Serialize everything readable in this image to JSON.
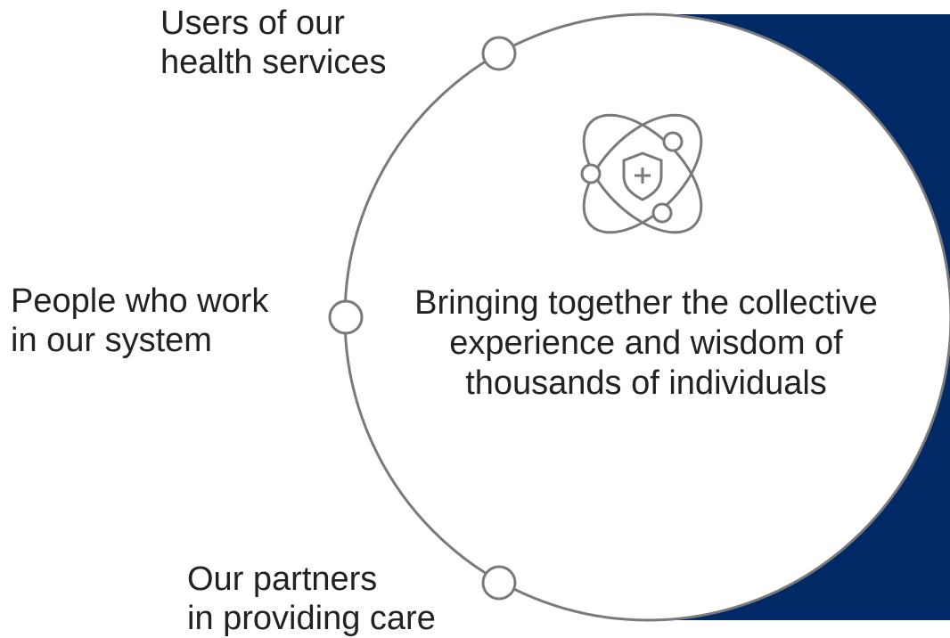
{
  "colors": {
    "navy": "#012965",
    "circle_stroke": "#7a7a7a",
    "text": "#222222",
    "background": "#ffffff"
  },
  "icon": "atom-shield-plus-icon",
  "labels": {
    "top": [
      "Users of our",
      "health services"
    ],
    "middle": [
      "People who work",
      "in our system"
    ],
    "bottom": [
      "Our partners",
      "in providing care"
    ]
  },
  "center": {
    "lines": [
      "Bringing together the collective",
      "experience and wisdom of",
      "thousands of individuals"
    ]
  }
}
